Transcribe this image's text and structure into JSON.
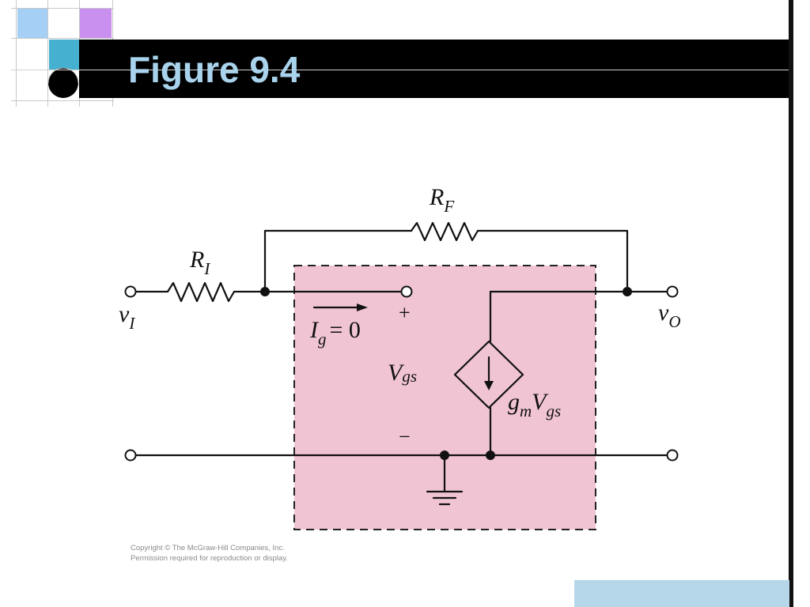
{
  "slide": {
    "title": "Figure 9.4",
    "colors": {
      "title_bar": "#000000",
      "title_text": "#a9d3ec",
      "tile_light_blue": "#a6cff5",
      "tile_purple": "#c990f0",
      "tile_teal": "#45b0cf",
      "box_fill": "#f0c4d3",
      "corner_tile": "#b6d6ea"
    }
  },
  "diagram": {
    "labels": {
      "rf": "R",
      "rf_sub": "F",
      "ri": "R",
      "ri_sub": "I",
      "vi": "v",
      "vi_sub": "I",
      "vo": "v",
      "vo_sub": "O",
      "ig": "I",
      "ig_sub": "g",
      "ig_eq": "= 0",
      "plus": "+",
      "minus": "−",
      "vgs": "V",
      "vgs_sub": "gs",
      "gm": "g",
      "gm_sub": "m",
      "gm_v": "V",
      "gm_v_sub": "gs"
    }
  },
  "copyright": {
    "line1": "Copyright © The McGraw-Hill Companies, Inc.",
    "line2": "Permission required for reproduction or display."
  }
}
